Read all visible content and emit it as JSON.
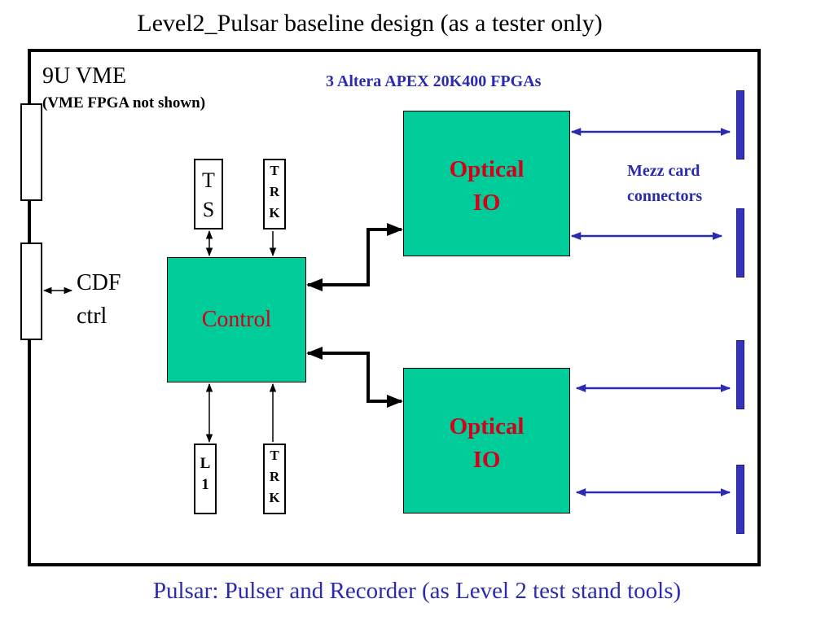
{
  "title": "Level2_Pulsar baseline design (as a tester only)",
  "footer": "Pulsar:   Pulser and Recorder (as Level 2 test stand tools)",
  "board": {
    "label": "9U VME",
    "note": "(VME FPGA not shown)"
  },
  "fpga_note": "3 Altera APEX 20K400 FPGAs",
  "cdf": {
    "line1": "CDF",
    "line2": "ctrl"
  },
  "control": {
    "label": "Control"
  },
  "optical_top": {
    "line1": "Optical",
    "line2": "IO"
  },
  "optical_bottom": {
    "line1": "Optical",
    "line2": "IO"
  },
  "ts": {
    "c1": "T",
    "c2": "S"
  },
  "trk_top": {
    "c1": "T",
    "c2": "R",
    "c3": "K"
  },
  "l1": {
    "c1": "L",
    "c2": "1"
  },
  "trk_bottom": {
    "c1": "T",
    "c2": "R",
    "c3": "K"
  },
  "mezz": {
    "line1": "Mezz card",
    "line2": "connectors"
  },
  "colors": {
    "block_fill": "#00cc99",
    "block_text": "#d4001a",
    "mezz_blue": "#3333bb",
    "note_blue": "#2b2bb0"
  }
}
